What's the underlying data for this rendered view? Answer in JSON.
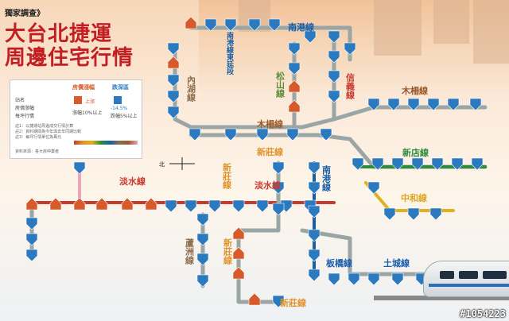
{
  "header": {
    "tag": "獨家調查》",
    "title_line1": "大台北捷運",
    "title_line2": "周邊住宅行情"
  },
  "legend": {
    "col_up": "房價漲幅",
    "col_down": "跌深區",
    "rows": [
      "站名",
      "房價漲幅",
      "每坪行情"
    ],
    "up_sample": "上漲",
    "up_note": "漲幅10%以上",
    "down_sample": "-14.5%",
    "down_note": "跌幅5%以上",
    "notes": [
      "註1：以捷運站周邊成交行情計算",
      "註2：資料期間為今年與去年同期比較",
      "註3：每坪行情單位為萬元",
      "資料來源：各大房仲業者"
    ]
  },
  "line_labels": [
    {
      "id": "nangang-top",
      "text": "南港線",
      "color": "#1a5ea8"
    },
    {
      "id": "neihu",
      "text": "內湖線",
      "color": "#8c6d4e"
    },
    {
      "id": "nangang-east",
      "text": "南港線東延段",
      "color": "#1a5ea8"
    },
    {
      "id": "songshan",
      "text": "松山線",
      "color": "#5a8c3c"
    },
    {
      "id": "xinyi",
      "text": "信義線",
      "color": "#c73a2f"
    },
    {
      "id": "muzha-right",
      "text": "木柵線",
      "color": "#9b5a2a"
    },
    {
      "id": "muzha-mid",
      "text": "木柵線",
      "color": "#9b5a2a"
    },
    {
      "id": "xinzhuang-top",
      "text": "新莊線",
      "color": "#e0932a"
    },
    {
      "id": "xindian",
      "text": "新店線",
      "color": "#2d8a3e"
    },
    {
      "id": "xinzhuang-mid",
      "text": "新莊線",
      "color": "#e0932a"
    },
    {
      "id": "tamsui-left",
      "text": "淡水線",
      "color": "#c73a2f"
    },
    {
      "id": "tamsui-mid",
      "text": "淡水線",
      "color": "#c73a2f"
    },
    {
      "id": "nangang-vert",
      "text": "南港線",
      "color": "#1a5ea8"
    },
    {
      "id": "zhonghe",
      "text": "中和線",
      "color": "#e0a520"
    },
    {
      "id": "luzhou",
      "text": "蘆洲線",
      "color": "#8c6d4e"
    },
    {
      "id": "xinzhuang-low",
      "text": "新莊線",
      "color": "#e0932a"
    },
    {
      "id": "banqiao",
      "text": "板橋線",
      "color": "#1a5ea8"
    },
    {
      "id": "tucheng",
      "text": "土城線",
      "color": "#1a5ea8"
    },
    {
      "id": "xinzhuang-bottom",
      "text": "新莊線",
      "color": "#e0932a"
    }
  ],
  "compass": {
    "north": "北"
  },
  "colors": {
    "up": "#d75b2a",
    "down": "#2b7ac0",
    "neutral": "#9aa0a6",
    "track": "#8fa5a5",
    "red_line": "#c73a2f",
    "blue_line": "#1a5ea8",
    "green_line": "#2d8a3e",
    "yellow_line": "#e0b020",
    "pink_line": "#e9a6b8"
  },
  "watermark": "#1054223"
}
